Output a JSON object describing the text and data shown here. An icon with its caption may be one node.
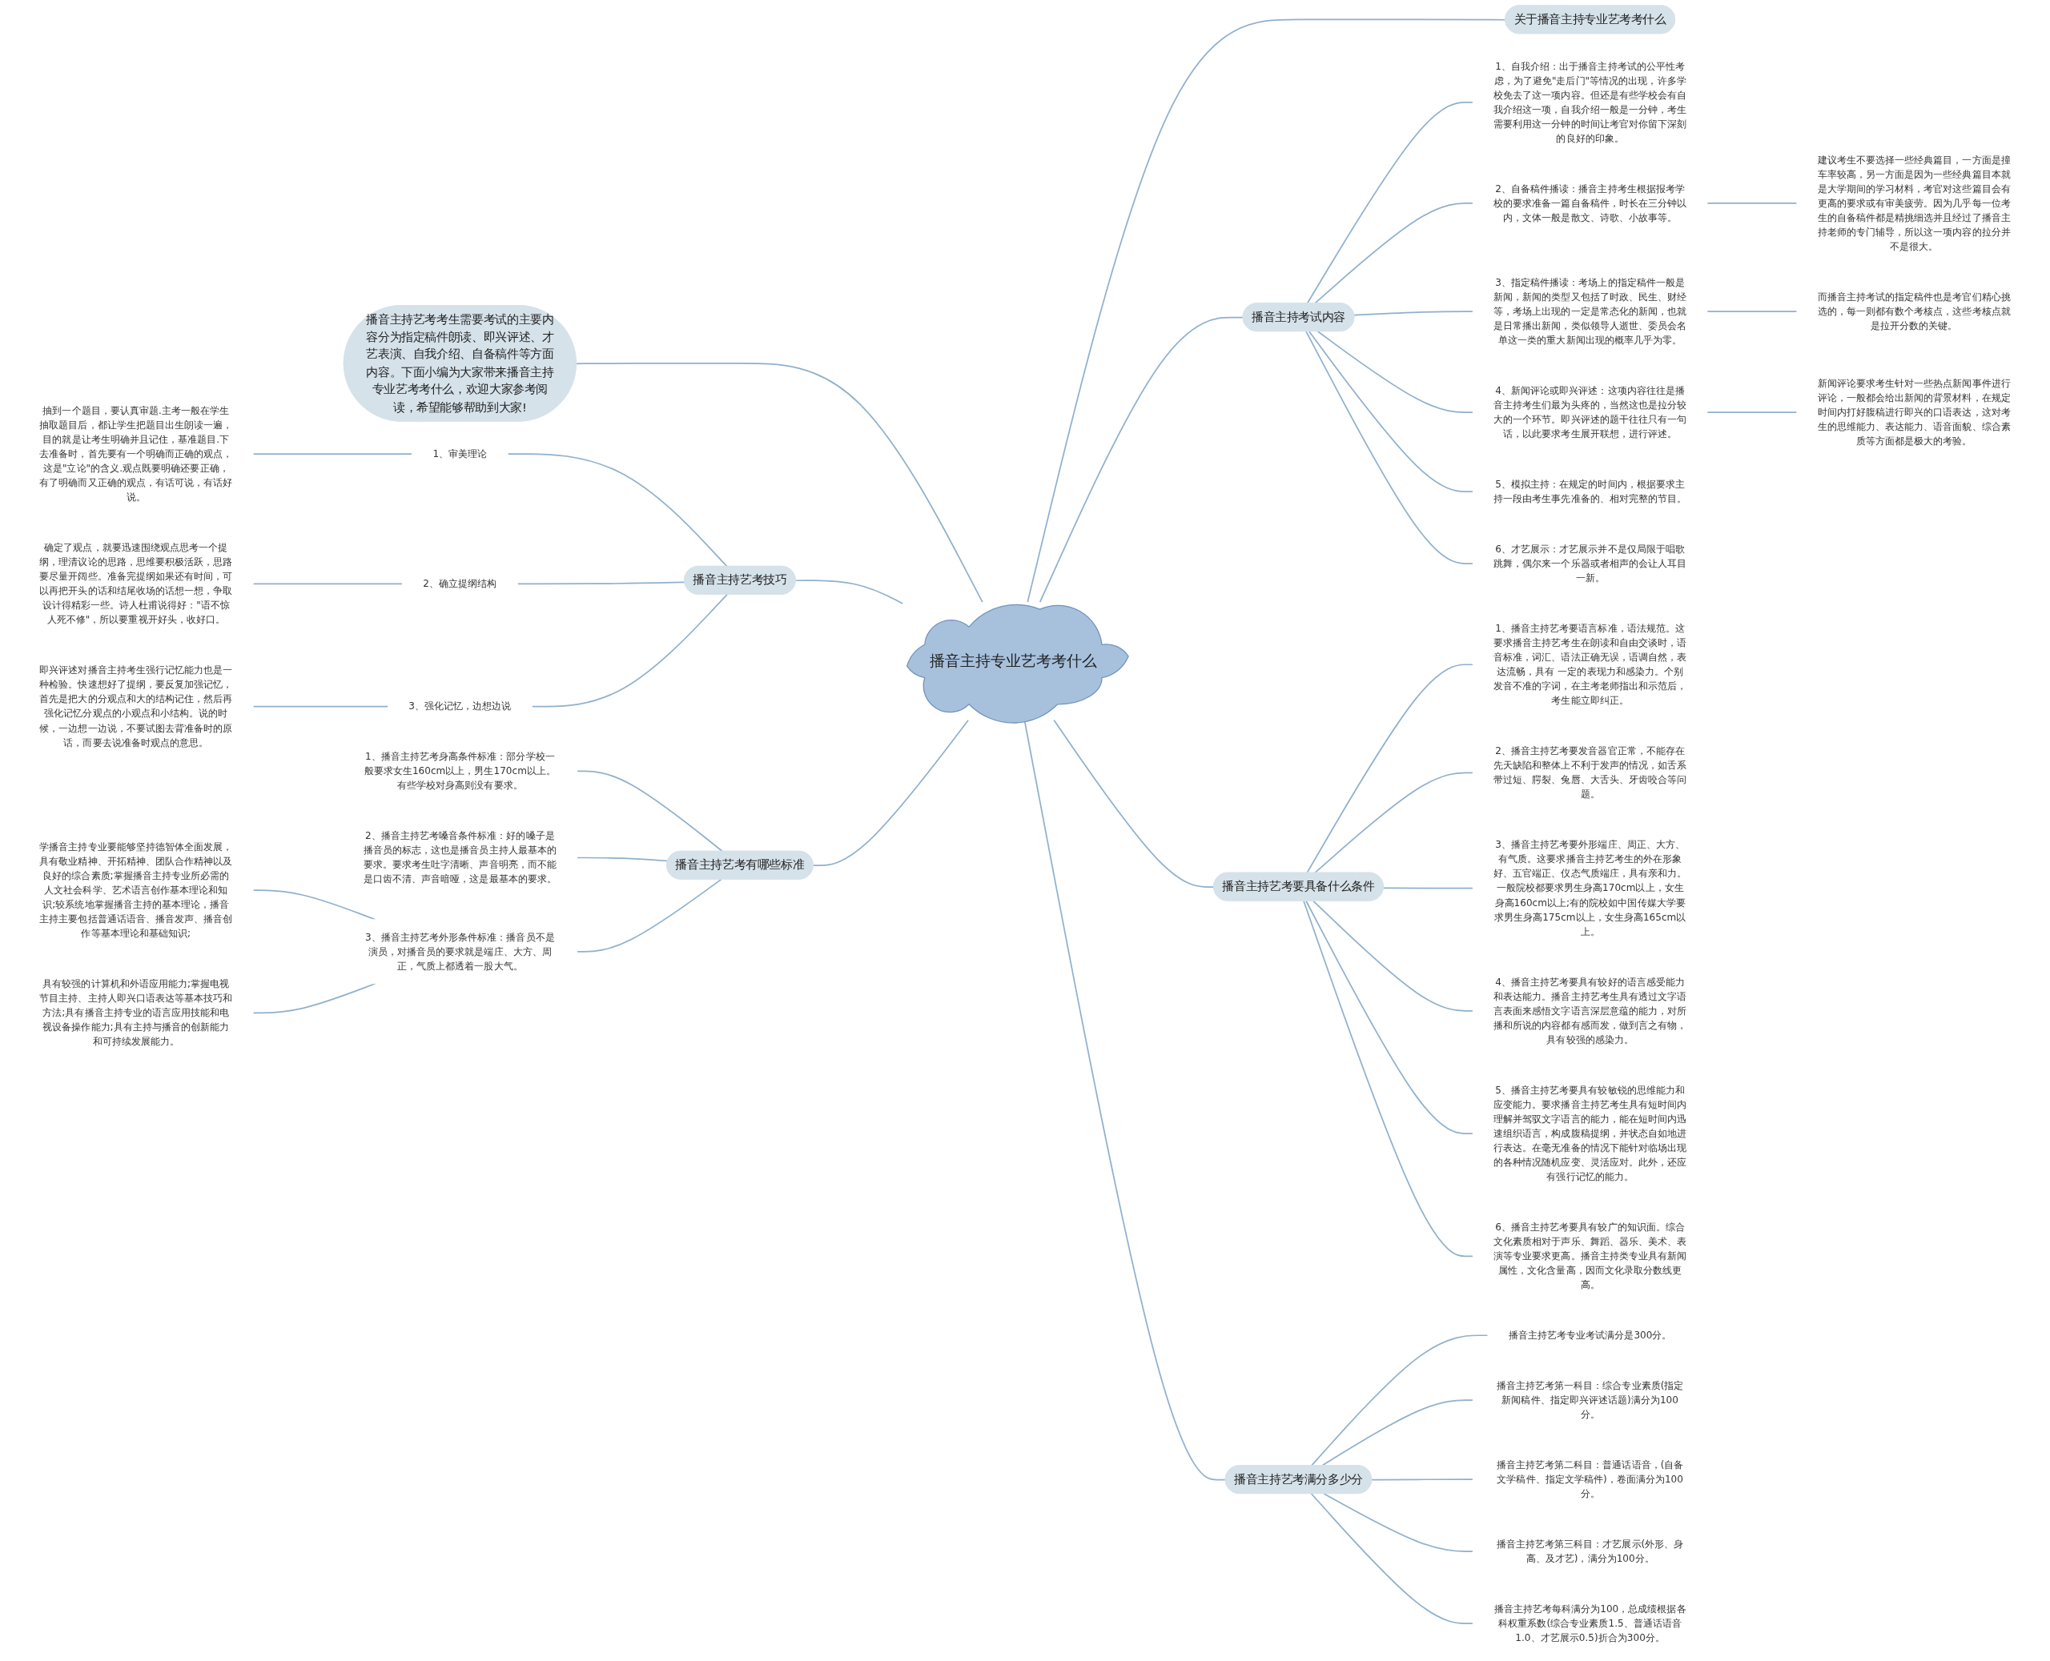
{
  "diagram": {
    "nodes": [
      {
        "text": [
          "播音主持专业艺考考什么"
        ]
      },
      {
        "text": [
          "播音主持艺考考生需要考试的主要内容分为指定稿件朗读、即兴评述、才艺表演、自我介绍、自备稿件等方面内容。下面小编为大家带来播音主持专业艺考考什么，欢迎大家参考阅读，希望能够帮助到大家!"
        ]
      },
      {
        "text": [
          "播音主持艺考技巧"
        ]
      },
      {
        "text": [
          "1、审美理论"
        ]
      },
      {
        "text": [
          "抽到一个题目，要认真审题.主考一般在学生抽取题目后，都让学生把题目出生朗读一遍，目的就是让考生明确并且记住，基准题目.下去准备时，首先要有一个明确而正确的观点，这是\"立论\"的含义.观点既要明确还要正确，有了明确而又正确的观点，有话可说，有话好说。"
        ]
      },
      {
        "text": [
          "2、确立提纲结构"
        ]
      },
      {
        "text": [
          "确定了观点，就要迅速围绕观点思考一个提纲，理清议论的思路，思维要积极活跃，思路要尽量开阔些。准备完提纲如果还有时间，可以再把开头的话和结尾收场的话想一想，争取设计得精彩一些。诗人杜甫说得好：\"语不惊人死不修\"，所以要重视开好头，收好口。"
        ]
      },
      {
        "text": [
          "3、强化记忆，边想边说"
        ]
      },
      {
        "text": [
          "即兴评述对播音主持考生强行记忆能力也是一种检验。快速想好了提纲，要反复加强记忆，首先是把大的分观点和大的结构记住，然后再强化记忆分观点的小观点和小结构。说的时候，一边想一边说，不要试图去背准备时的原话，而要去说准备时观点的意思。"
        ]
      },
      {
        "text": [
          "播音主持艺考有哪些标准"
        ]
      },
      {
        "text": [
          "1、播音主持艺考身高条件标准：部分学校一般要求女生160cm以上，男生170cm以上。有些学校对身高则没有要求。"
        ]
      },
      {
        "text": [
          "2、播音主持艺考嗓音条件标准：好的嗓子是播音员的标志，这也是播音员主持人最基本的要求。要求考生吐字清晰、声音明亮，而不能是口齿不清、声音暗哑，这是最基本的要求。"
        ]
      },
      {
        "text": [
          "3、播音主持艺考外形条件标准：播音员不是演员，对播音员的要求就是端庄、大方、周正，气质上都透着一股大气。"
        ]
      },
      {
        "text": [
          "学播音主持专业要能够坚持德智体全面发展，具有敬业精神、开拓精神、团队合作精神以及良好的综合素质;掌握播音主持专业所必需的人文社会科学、艺术语言创作基本理论和知识;较系统地掌握播音主持的基本理论，播音主持主要包括普通话语音、播音发声、播音创作等基本理论和基础知识;"
        ]
      },
      {
        "text": [
          "具有较强的计算机和外语应用能力;掌握电视节目主持、主持人即兴口语表达等基本技巧和方法;具有播音主持专业的语言应用技能和电视设备操作能力;具有主持与播音的创新能力和可持续发展能力。"
        ]
      },
      {
        "text": [
          "关于播音主持专业艺考考什么"
        ]
      },
      {
        "text": [
          "播音主持考试内容"
        ]
      },
      {
        "text": [
          "1、自我介绍：出于播音主持考试的公平性考虑，为了避免\"走后门\"等情况的出现，许多学校免去了这一项内容。但还是有些学校会有自我介绍这一项，自我介绍一般是一分钟，考生需要利用这一分钟的时间让考官对你留下深刻的良好的印象。"
        ]
      },
      {
        "text": [
          "2、自备稿件播读：播音主持考生根据报考学校的要求准备一篇自备稿件，时长在三分钟以内，文体一般是散文、诗歌、小故事等。"
        ]
      },
      {
        "text": [
          "建议考生不要选择一些经典篇目，一方面是撞车率较高，另一方面是因为一些经典篇目本就是大学期间的学习材料，考官对这些篇目会有更高的要求或有审美疲劳。因为几乎每一位考生的自备稿件都是精挑细选并且经过了播音主持老师的专门辅导，所以这一项内容的拉分并不是很大。"
        ]
      },
      {
        "text": [
          "3、指定稿件播读：考场上的指定稿件一般是新闻，新闻的类型又包括了时政、民生、财经等，考场上出现的一定是常态化的新闻，也就是日常播出新闻，类似领导人逝世、委员会名单这一类的重大新闻出现的概率几乎为零。"
        ]
      },
      {
        "text": [
          "而播音主持考试的指定稿件也是考官们精心挑选的，每一则都有数个考核点，这些考核点就是拉开分数的关键。"
        ]
      },
      {
        "text": [
          "4、新闻评论或即兴评述：这项内容往往是播音主持考生们最为头疼的，当然这也是拉分较大的一个环节。即兴评述的题干往往只有一句话，以此要求考生展开联想，进行评述。"
        ]
      },
      {
        "text": [
          "新闻评论要求考生针对一些热点新闻事件进行评论，一般都会给出新闻的背景材料，在规定时间内打好腹稿进行即兴的口语表达，这对考生的思维能力、表达能力、语音面貌、综合素质等方面都是极大的考验。"
        ]
      },
      {
        "text": [
          "5、模拟主持：在规定的时间内，根据要求主持一段由考生事先准备的、相对完整的节目。"
        ]
      },
      {
        "text": [
          "6、才艺展示：才艺展示并不是仅局限于唱歌跳舞，偶尔来一个乐器或者相声的会让人耳目一新。"
        ]
      },
      {
        "text": [
          "播音主持艺考要具备什么条件"
        ]
      },
      {
        "text": [
          "1、播音主持艺考要语言标准，语法规范。这要求播音主持艺考生在朗读和自由交谈时，语音标准，词汇、语法正确无误，语调自然，表达流畅，具有 一定的表现力和感染力。个别发音不准的字词，在主考老师指出和示范后，考生能立即纠正。"
        ]
      },
      {
        "text": [
          "2、播音主持艺考要发音器官正常，不能存在先天缺陷和整体上不利于发声的情况，如舌系带过短、腭裂、兔唇、大舌头、牙齿咬合等问题。"
        ]
      },
      {
        "text": [
          "3、播音主持艺考要外形端庄、周正、大方、有气质。这要求播音主持艺考生的外在形象好、五官端正、仪态气质端庄，具有亲和力。一般院校都要求男生身高170cm以上，女生身高160cm以上;有的院校如中国传媒大学要求男生身高175cm以上，女生身高165cm以上。"
        ]
      },
      {
        "text": [
          "4、播音主持艺考要具有较好的语言感受能力和表达能力。播音主持艺考生具有透过文字语言表面来感悟文字语言深层意蕴的能力，对所播和所说的内容都有感而发，做到言之有物，具有较强的感染力。"
        ]
      },
      {
        "text": [
          "5、播音主持艺考要具有较敏锐的思维能力和应变能力。要求播音主持艺考生具有短时间内理解并驾驭文字语言的能力，能在短时间内迅速组织语言，构成腹稿提纲，并状态自如地进行表达。在毫无准备的情况下能针对临场出现的各种情况随机应变、灵活应对。此外，还应有强行记忆的能力。"
        ]
      },
      {
        "text": [
          "6、播音主持艺考要具有较广的知识面。综合文化素质相对于声乐、舞蹈、器乐、美术、表演等专业要求更高。播音主持类专业具有新闻属性，文化含量高，因而文化录取分数线更高。"
        ]
      },
      {
        "text": [
          "播音主持艺考满分多少分"
        ]
      },
      {
        "text": [
          "播音主持艺考专业考试满分是300分。"
        ]
      },
      {
        "text": [
          "播音主持艺考第一科目：综合专业素质(指定新闻稿件、指定即兴评述话题)满分为100分。"
        ]
      },
      {
        "text": [
          "播音主持艺考第二科目：普通话语音，(自备文学稿件、指定文学稿件)，卷面满分为100分。"
        ]
      },
      {
        "text": [
          "播音主持艺考第三科目：才艺展示(外形、身高、及才艺)，满分为100分。"
        ]
      },
      {
        "text": [
          "播音主持艺考每科满分为100，总成绩根据各科权重系数(综合专业素质1.5、普通话语音1.0、才艺展示0.5)折合为300分。"
        ]
      }
    ],
    "edges": [
      {
        "from": 0,
        "to": 1,
        "arrow": "none"
      },
      {
        "from": 0,
        "to": 2,
        "arrow": "none"
      },
      {
        "from": 2,
        "to": 3,
        "arrow": "none"
      },
      {
        "from": 3,
        "to": 4,
        "arrow": "none"
      },
      {
        "from": 2,
        "to": 5,
        "arrow": "none"
      },
      {
        "from": 5,
        "to": 6,
        "arrow": "none"
      },
      {
        "from": 2,
        "to": 7,
        "arrow": "none"
      },
      {
        "from": 7,
        "to": 8,
        "arrow": "none"
      },
      {
        "from": 0,
        "to": 9,
        "arrow": "none"
      },
      {
        "from": 9,
        "to": 10,
        "arrow": "none"
      },
      {
        "from": 9,
        "to": 11,
        "arrow": "none"
      },
      {
        "from": 9,
        "to": 12,
        "arrow": "none"
      },
      {
        "from": 12,
        "to": 13,
        "arrow": "none"
      },
      {
        "from": 12,
        "to": 14,
        "arrow": "none"
      },
      {
        "from": 0,
        "to": 15,
        "arrow": "none"
      },
      {
        "from": 0,
        "to": 16,
        "arrow": "none"
      },
      {
        "from": 16,
        "to": 17,
        "arrow": "none"
      },
      {
        "from": 16,
        "to": 18,
        "arrow": "none"
      },
      {
        "from": 18,
        "to": 19,
        "arrow": "none"
      },
      {
        "from": 16,
        "to": 20,
        "arrow": "none"
      },
      {
        "from": 20,
        "to": 21,
        "arrow": "none"
      },
      {
        "from": 16,
        "to": 22,
        "arrow": "none"
      },
      {
        "from": 22,
        "to": 23,
        "arrow": "none"
      },
      {
        "from": 16,
        "to": 24,
        "arrow": "none"
      },
      {
        "from": 16,
        "to": 25,
        "arrow": "none"
      },
      {
        "from": 0,
        "to": 26,
        "arrow": "none"
      },
      {
        "from": 26,
        "to": 27,
        "arrow": "none"
      },
      {
        "from": 26,
        "to": 28,
        "arrow": "none"
      },
      {
        "from": 26,
        "to": 29,
        "arrow": "none"
      },
      {
        "from": 26,
        "to": 30,
        "arrow": "none"
      },
      {
        "from": 26,
        "to": 31,
        "arrow": "none"
      },
      {
        "from": 26,
        "to": 32,
        "arrow": "none"
      },
      {
        "from": 0,
        "to": 33,
        "arrow": "none"
      },
      {
        "from": 33,
        "to": 34,
        "arrow": "none"
      },
      {
        "from": 33,
        "to": 35,
        "arrow": "none"
      },
      {
        "from": 33,
        "to": 36,
        "arrow": "none"
      },
      {
        "from": 33,
        "to": 37,
        "arrow": "none"
      },
      {
        "from": 33,
        "to": 38,
        "arrow": "none"
      }
    ]
  }
}
